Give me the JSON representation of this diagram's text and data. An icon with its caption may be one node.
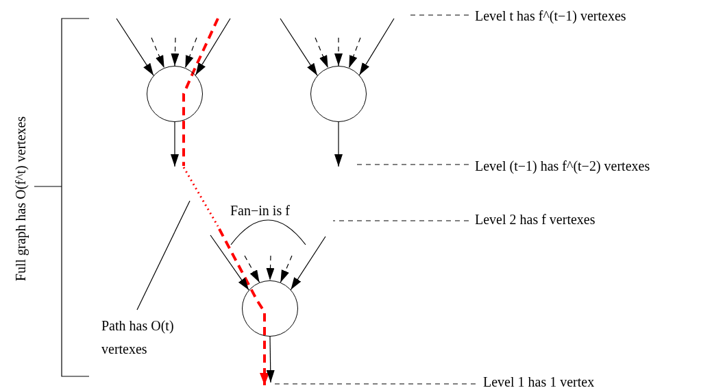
{
  "diagram": {
    "nodes": [
      {
        "text": [],
        "shape": "circle"
      },
      {
        "text": [],
        "shape": "circle"
      },
      {
        "text": [],
        "shape": "circle"
      },
      {
        "text": [
          "Level t has f^(t−1) vertexes"
        ]
      },
      {
        "text": [
          "Level (t−1) has f^(t−2) vertexes"
        ]
      },
      {
        "text": [
          "Level 2 has f vertexes"
        ]
      },
      {
        "text": [
          "Level 1 has 1 vertex"
        ]
      },
      {
        "text": [
          "Path has O(t) vertexes"
        ]
      }
    ],
    "edges": [
      {
        "from": null,
        "to": 0,
        "arrow": "to"
      },
      {
        "from": null,
        "to": 0,
        "arrow": "to",
        "style": "dashed"
      },
      {
        "from": null,
        "to": 0,
        "arrow": "to",
        "style": "dashed"
      },
      {
        "from": null,
        "to": 0,
        "arrow": "to",
        "style": "dashed"
      },
      {
        "from": null,
        "to": 0,
        "arrow": "to"
      },
      {
        "from": 0,
        "to": null,
        "arrow": "to"
      },
      {
        "from": null,
        "to": 1,
        "arrow": "to"
      },
      {
        "from": null,
        "to": 1,
        "arrow": "to",
        "style": "dashed"
      },
      {
        "from": null,
        "to": 1,
        "arrow": "to",
        "style": "dashed"
      },
      {
        "from": null,
        "to": 1,
        "arrow": "to",
        "style": "dashed"
      },
      {
        "from": null,
        "to": 1,
        "arrow": "to"
      },
      {
        "from": 1,
        "to": null,
        "arrow": "to"
      },
      {
        "from": null,
        "to": 2,
        "arrow": "to"
      },
      {
        "from": null,
        "to": 2,
        "arrow": "to",
        "style": "dashed"
      },
      {
        "from": null,
        "to": 2,
        "arrow": "to",
        "style": "dashed"
      },
      {
        "from": null,
        "to": 2,
        "arrow": "to",
        "style": "dashed"
      },
      {
        "from": null,
        "to": 2,
        "arrow": "to"
      },
      {
        "from": 2,
        "to": null,
        "arrow": "to"
      },
      {
        "from": 3,
        "to": null,
        "arrow": "none",
        "style": "dashed"
      },
      {
        "from": 4,
        "to": null,
        "arrow": "none",
        "style": "dashed"
      },
      {
        "from": 5,
        "to": null,
        "arrow": "none",
        "style": "dashed"
      },
      {
        "from": 6,
        "to": null,
        "arrow": "none",
        "style": "dashed"
      },
      {
        "from": 7,
        "to": null,
        "arrow": "none"
      }
    ],
    "labels": [
      "Full graph has O(f^t) vertexes",
      "Fan−in is f"
    ]
  }
}
